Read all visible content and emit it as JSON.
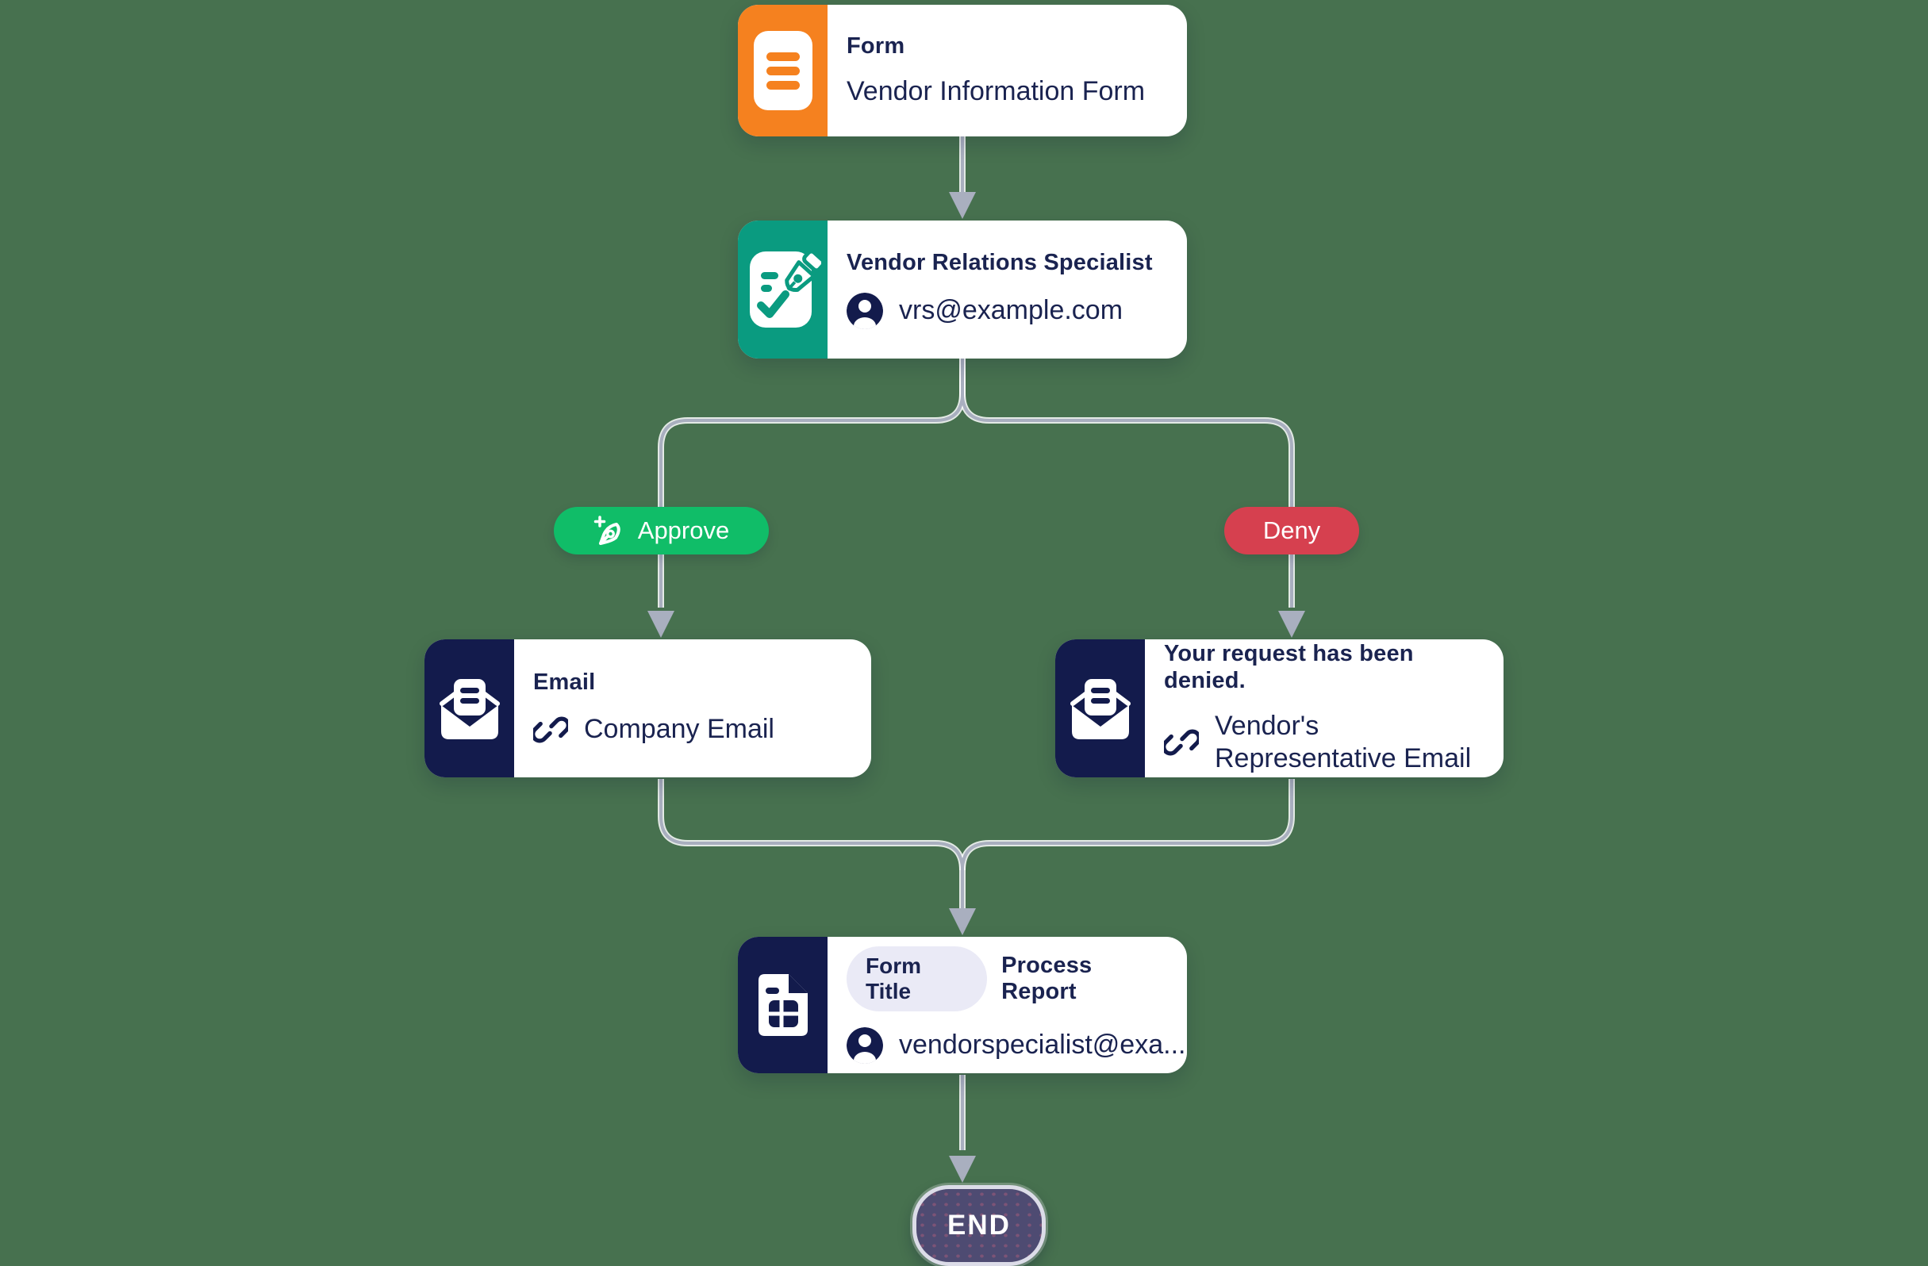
{
  "colors": {
    "bg": "#47714F",
    "orange": "#F5811F",
    "teal": "#0A9B80",
    "navy": "#131B4C",
    "green": "#10BD68",
    "red": "#D6404F",
    "connector": "#A9AFBF",
    "wire_highlight": "#FFFFFF",
    "text": "#1A2350",
    "badge_bg": "#EAEAF6",
    "end_fill": "#4E4B72",
    "end_border": "#DCDCE8"
  },
  "nodes": {
    "form": {
      "title": "Form",
      "value": "Vendor Information Form"
    },
    "specialist": {
      "title": "Vendor Relations Specialist",
      "email": "vrs@example.com"
    },
    "approve_email": {
      "title": "Email",
      "value": "Company Email"
    },
    "deny_email": {
      "title": "Your request has been denied.",
      "value": "Vendor's Representative Email"
    },
    "report": {
      "badge": "Form Title",
      "title": "Process Report",
      "email": "vendorspecialist@exa..."
    }
  },
  "branches": {
    "approve_label": "Approve",
    "deny_label": "Deny"
  },
  "terminal_label": "END",
  "icons": {
    "form_node": "form-icon",
    "specialist_node": "signature-check-icon",
    "email_nodes": "mail-open-icon",
    "report_node": "spreadsheet-report-icon",
    "person_rows": "person-icon",
    "link_rows": "link-icon",
    "approve_pill": "pen-plus-icon",
    "connectors": "arrow-down-icon"
  }
}
